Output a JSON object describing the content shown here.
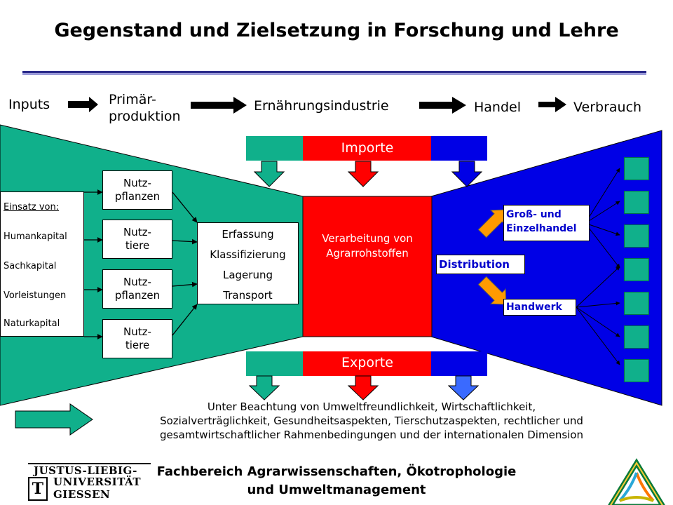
{
  "title": "Gegenstand und Zielsetzung in Forschung und Lehre",
  "stages": {
    "inputs": "Inputs",
    "primaer": "Primär-\nproduktion",
    "industrie": "Ernährungsindustrie",
    "handel": "Handel",
    "verbrauch": "Verbrauch"
  },
  "imports_label": "Importe",
  "exports_label": "Exporte",
  "inputs_box": {
    "heading": "Einsatz von:",
    "items": [
      "Humankapital",
      "Sachkapital",
      "Vorleistungen",
      "Naturkapital"
    ]
  },
  "primary_boxes": [
    "Nutz-\npflanzen",
    "Nutz-\ntiere",
    "Nutz-\npflanzen",
    "Nutz-\ntiere"
  ],
  "process_steps": [
    "Erfassung",
    "Klassifizierung",
    "Lagerung",
    "Transport"
  ],
  "processing_label": "Verarbeitung von\nAgrarrohstoffen",
  "distribution": {
    "label": "Distribution",
    "retail": "Groß- und\nEinzelhandel",
    "craft": "Handwerk"
  },
  "note": "Unter Beachtung von Umweltfreundlichkeit, Wirtschaftlichkeit,\nSozialverträglichkeit, Gesundheitsaspekten, Tierschutzaspekten, rechtlicher und\ngesamtwirtschaftlicher Rahmenbedingungen und der internationalen Dimension",
  "footer": "Fachbereich Agrarwissenschaften, Ökotrophologie\nund Umweltmanagement",
  "university_logo": {
    "line1": "JUSTUS-LIEBIG-",
    "line2": "UNIVERSITÄT",
    "line3": "GIESSEN"
  },
  "colors": {
    "green": "#10b08b",
    "red": "#ff0000",
    "blue": "#0000e6",
    "orange": "#ff9a00",
    "title_rule": "#2a2a8a"
  }
}
